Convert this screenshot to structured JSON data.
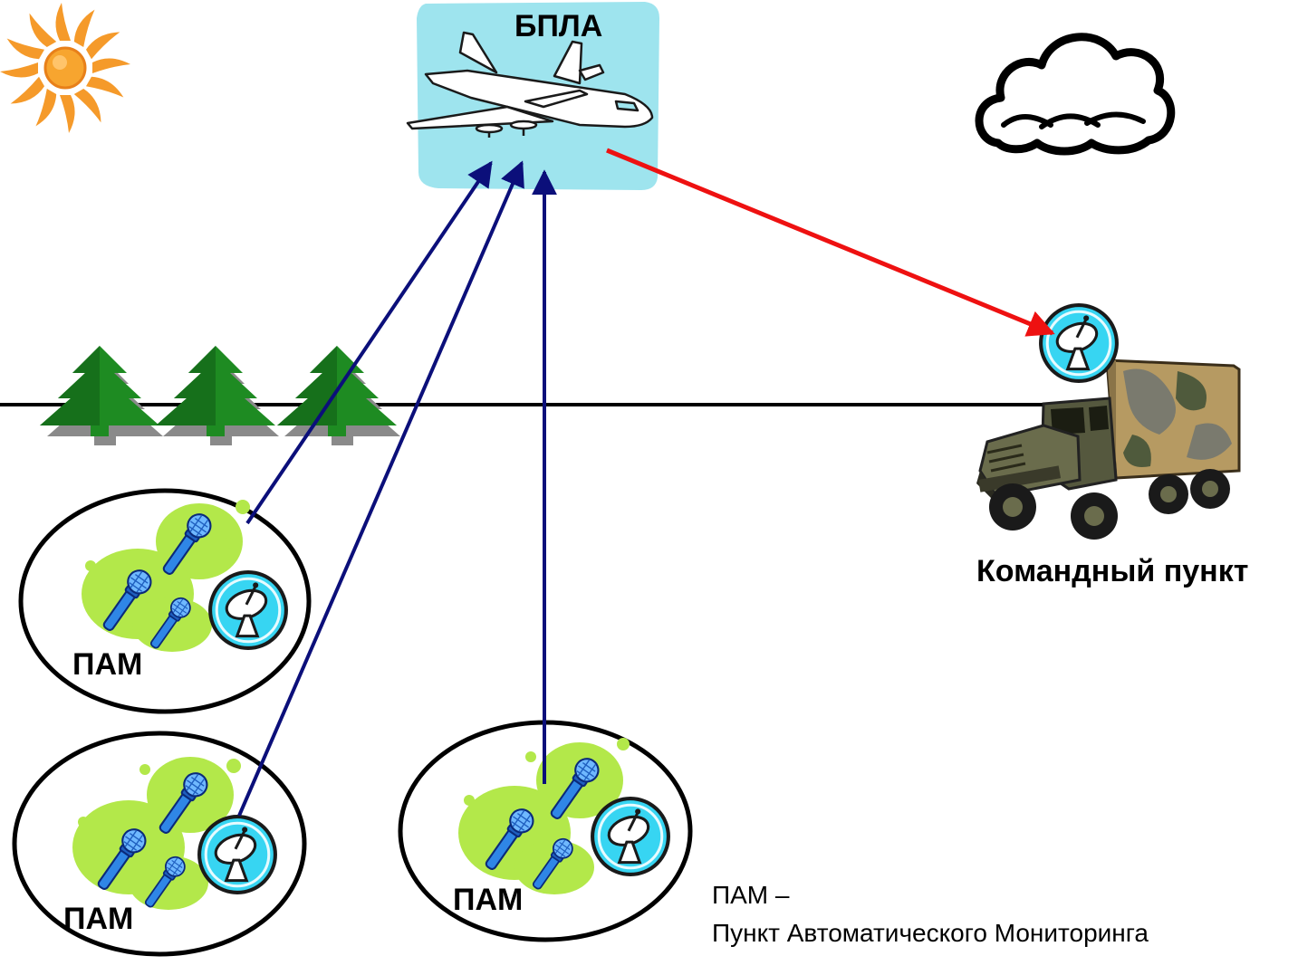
{
  "labels": {
    "uav": "БПЛА",
    "command_post": "Командный пункт",
    "pam_1": "ПАМ",
    "pam_2": "ПАМ",
    "pam_3": "ПАМ"
  },
  "legend": {
    "line1": "ПАМ –",
    "line2": "Пункт Автоматического Мониторинга"
  },
  "colors": {
    "uplink": "#0b0f7a",
    "downlink": "#ee1111",
    "uav_panel": "#9ee4ee",
    "blob_green": "#b3e84a",
    "mic_blue": "#2f86e6",
    "dish_circle": "#37d5f2",
    "tree_green": "#1e8b22",
    "sun_orange": "#f59a2a"
  },
  "icons": {
    "sun": "sun-icon",
    "cloud": "cloud-icon",
    "aircraft": "airplane-icon",
    "truck": "military-truck-icon",
    "microphone": "microphone-icon",
    "satellite_dish": "satellite-dish-icon",
    "tree": "tree-icon"
  }
}
